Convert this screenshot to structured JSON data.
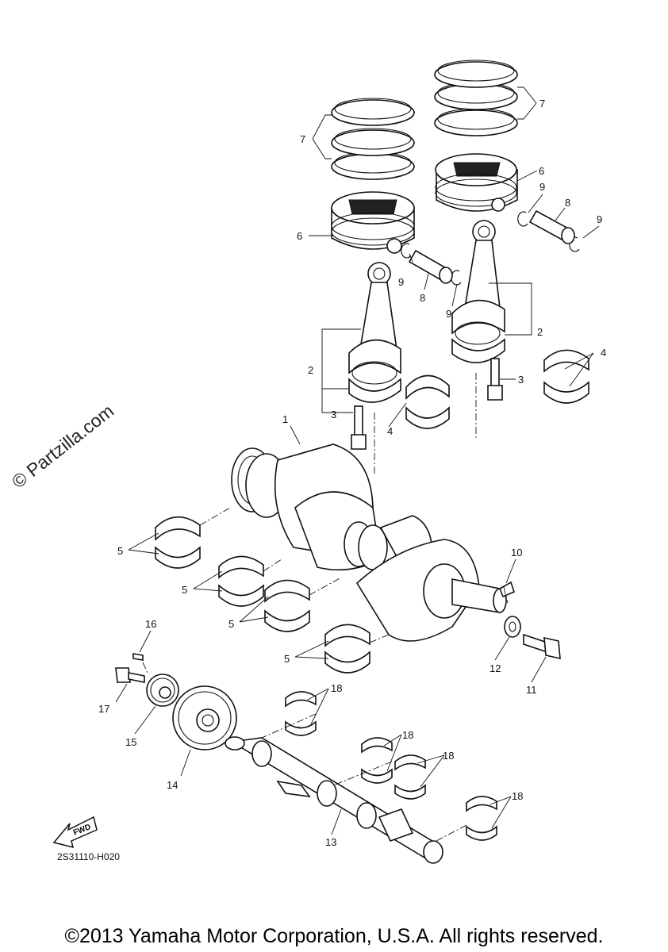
{
  "watermark": "© Partzilla.com",
  "diagram_code": "2S31110-H020",
  "fwd_label": "FWD",
  "copyright": "©2013 Yamaha Motor Corporation, U.S.A. All rights reserved.",
  "callouts": {
    "c1": "1",
    "c2a": "2",
    "c2b": "2",
    "c3a": "3",
    "c3b": "3",
    "c4a": "4",
    "c4b": "4",
    "c5a": "5",
    "c5b": "5",
    "c5c": "5",
    "c5d": "5",
    "c6a": "6",
    "c6b": "6",
    "c7a": "7",
    "c7b": "7",
    "c8a": "8",
    "c8b": "8",
    "c9a": "9",
    "c9b": "9",
    "c9c": "9",
    "c9d": "9",
    "c10": "10",
    "c11": "11",
    "c12": "12",
    "c13": "13",
    "c14": "14",
    "c15": "15",
    "c16": "16",
    "c17": "17",
    "c18a": "18",
    "c18b": "18",
    "c18c": "18",
    "c18d": "18"
  }
}
